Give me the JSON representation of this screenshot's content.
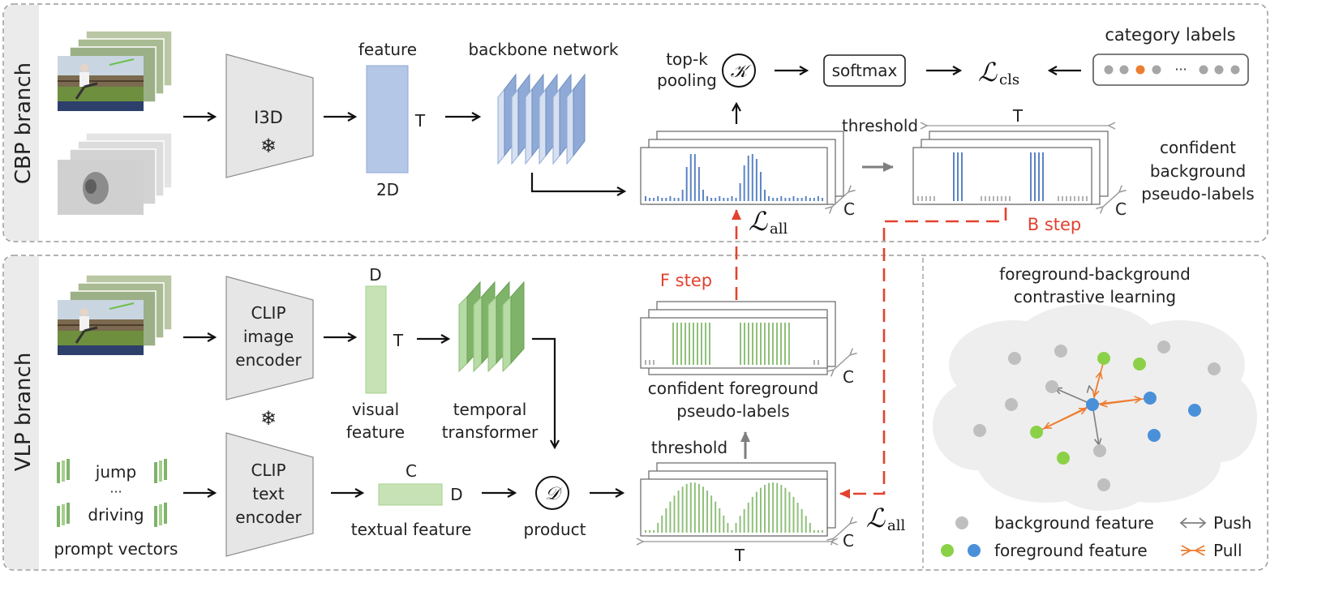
{
  "cbp": {
    "branch_label": "CBP  branch",
    "i3d": "I3D",
    "feature_title": "feature",
    "feature_t": "T",
    "feature_2d": "2D",
    "backbone": "backbone network",
    "topk_line1": "top-k",
    "topk_line2": "pooling",
    "topk_symbol": "𝒦",
    "softmax": "softmax",
    "loss_cls_main": "ℒ",
    "loss_cls_sub": "cls",
    "category_labels": "category labels",
    "category_ellipsis": "···",
    "threshold": "threshold",
    "top_t": "T",
    "c_label_1": "C",
    "c_label_2": "C",
    "confident_bg_1": "confident",
    "confident_bg_2": "background",
    "confident_bg_3": "pseudo-labels",
    "loss_all_main": "ℒ",
    "loss_all_sub": "all",
    "b_step": "B step"
  },
  "vlp": {
    "branch_label": "VLP  branch",
    "clip_image_1": "CLIP",
    "clip_image_2": "image",
    "clip_image_3": "encoder",
    "clip_text_1": "CLIP",
    "clip_text_2": "text",
    "clip_text_3": "encoder",
    "visual_d": "D",
    "visual_t": "T",
    "visual_feature_1": "visual",
    "visual_feature_2": "feature",
    "temporal_1": "temporal",
    "temporal_2": "transformer",
    "prompt_jump": "jump",
    "prompt_dots": "···",
    "prompt_driving": "driving",
    "prompt_vectors": "prompt vectors",
    "textual_c": "C",
    "textual_d": "D",
    "textual_feature": "textual feature",
    "product_symbol": "𝒟",
    "product": "product",
    "f_step": "F step",
    "confident_fg_1": "confident foreground",
    "confident_fg_2": "pseudo-labels",
    "threshold": "threshold",
    "bottom_t": "T",
    "c_label_1": "C",
    "c_label_2": "C",
    "loss_all_main": "ℒ",
    "loss_all_sub": "all"
  },
  "contrastive": {
    "title_1": "foreground-background",
    "title_2": "contrastive learning",
    "legend_bg": "background feature",
    "legend_fg": "foreground feature",
    "legend_push": "Push",
    "legend_pull": "Pull"
  },
  "colors": {
    "blue_bars": "#5b84c4",
    "blue_feature": "#b4c7e7",
    "green_bars": "#8fc07a",
    "green_feature": "#c7e3b6",
    "red_dashed": "#e2422f",
    "orange_pull": "#ed7d31",
    "gray_push": "#7f7f7f",
    "bg_dot": "#bfbfbf",
    "fg_green": "#8bd148",
    "fg_blue": "#4a90d9",
    "highlight_label": "#ed7d31",
    "cloud": "#eeeeee"
  },
  "icons": {
    "freeze": "snowflake-icon"
  }
}
